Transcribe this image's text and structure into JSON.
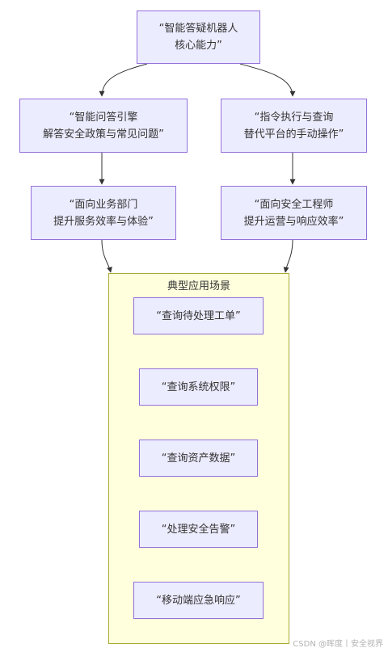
{
  "nodes": {
    "root": {
      "line1": "“智能答疑机器人",
      "line2": "核心能力”"
    },
    "qa_engine": {
      "line1": "“智能问答引擎",
      "line2": "解答安全政策与常见问题”"
    },
    "command_exec": {
      "line1": "“指令执行与查询",
      "line2": "替代平台的手动操作”"
    },
    "business_dept": {
      "line1": "“面向业务部门",
      "line2": "提升服务效率与体验”"
    },
    "security_eng": {
      "line1": "“面向安全工程师",
      "line2": "提升运营与响应效率”"
    }
  },
  "cluster": {
    "title": "典型应用场景",
    "items": [
      "“查询待处理工单”",
      "“查询系统权限”",
      "“查询资产数据”",
      "“处理安全告警”",
      "“移动端应急响应”"
    ]
  },
  "watermark": "CSDN @晖度丨安全视界",
  "colors": {
    "node_fill": "#ECECFF",
    "node_border": "#9370DB",
    "cluster_fill": "#ffffde",
    "cluster_border": "#aaaa33",
    "edge": "#333333"
  }
}
